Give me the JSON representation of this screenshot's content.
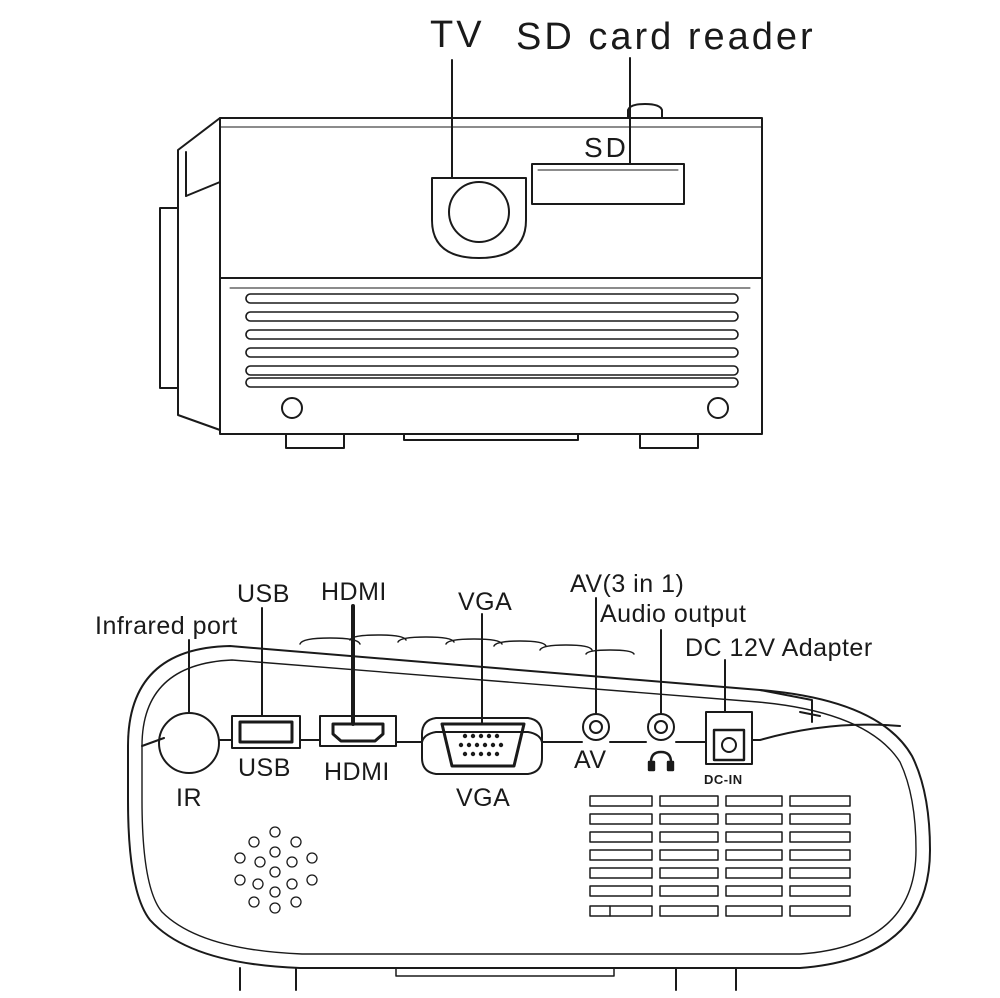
{
  "front_view": {
    "tv_label": "TV",
    "sd_card_reader_label": "SD card reader",
    "sd_slot_label": "SD"
  },
  "back_view": {
    "callouts": {
      "usb": "USB",
      "hdmi": "HDMI",
      "vga": "VGA",
      "av": "AV(3 in 1)",
      "audio": "Audio output",
      "dc": "DC 12V Adapter",
      "infrared": "Infrared port"
    },
    "port_labels": {
      "ir": "IR",
      "usb": "USB",
      "hdmi": "HDMI",
      "vga": "VGA",
      "av": "AV",
      "dc_in": "DC-IN"
    },
    "headphone_icon": "headphone-icon"
  },
  "colors": {
    "line": "#1a1a1a",
    "background": "#ffffff"
  }
}
